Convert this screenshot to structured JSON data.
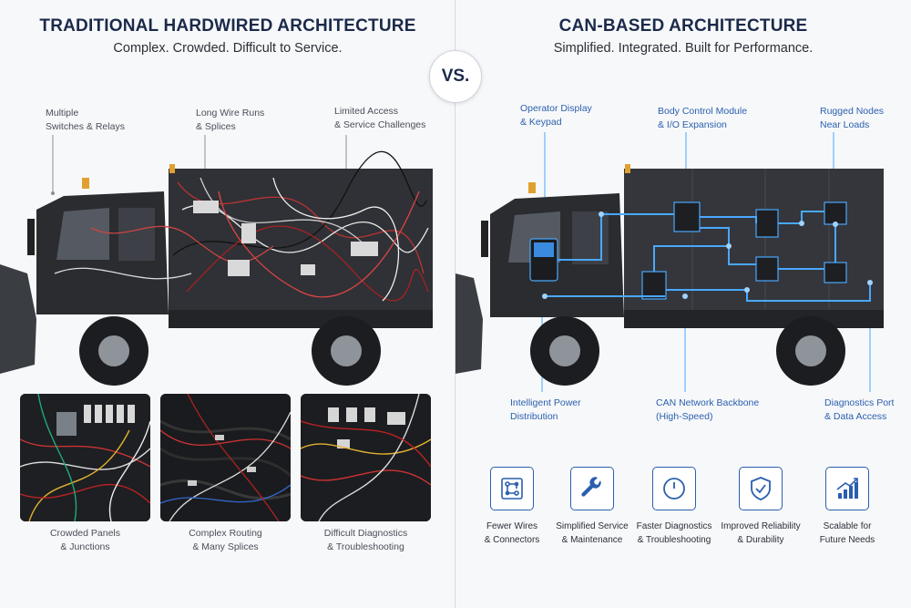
{
  "left": {
    "title": "TRADITIONAL HARDWIRED ARCHITECTURE",
    "subtitle": "Complex. Crowded. Difficult to Service.",
    "callouts": [
      "Multiple\nSwitches & Relays",
      "Long Wire Runs\n& Splices",
      "Limited Access\n& Service Challenges"
    ],
    "thumbnails": [
      "Crowded Panels\n& Junctions",
      "Complex Routing\n& Many Splices",
      "Difficult Diagnostics\n& Troubleshooting"
    ]
  },
  "vs": "VS.",
  "right": {
    "title": "CAN-BASED ARCHITECTURE",
    "subtitle": "Simplified. Integrated. Built for Performance.",
    "callouts_top": [
      "Operator Display\n& Keypad",
      "Body Control Module\n& I/O Expansion",
      "Rugged Nodes\nNear Loads"
    ],
    "callouts_bottom": [
      "Intelligent Power\nDistribution",
      "CAN Network Backbone\n(High-Speed)",
      "Diagnostics Port\n& Data Access"
    ],
    "benefits": [
      {
        "icon": "circuit-icon",
        "label": "Fewer Wires\n& Connectors"
      },
      {
        "icon": "wrench-icon",
        "label": "Simplified Service\n& Maintenance"
      },
      {
        "icon": "gauge-icon",
        "label": "Faster Diagnostics\n& Troubleshooting"
      },
      {
        "icon": "shield-check-icon",
        "label": "Improved Reliability\n& Durability"
      },
      {
        "icon": "growth-chart-icon",
        "label": "Scalable for\nFuture Needs"
      }
    ]
  },
  "colors": {
    "title": "#1b2a4a",
    "accent_blue": "#2a5fae",
    "network_glow": "#4aa8ff",
    "truck_body": "#2a2c30"
  }
}
